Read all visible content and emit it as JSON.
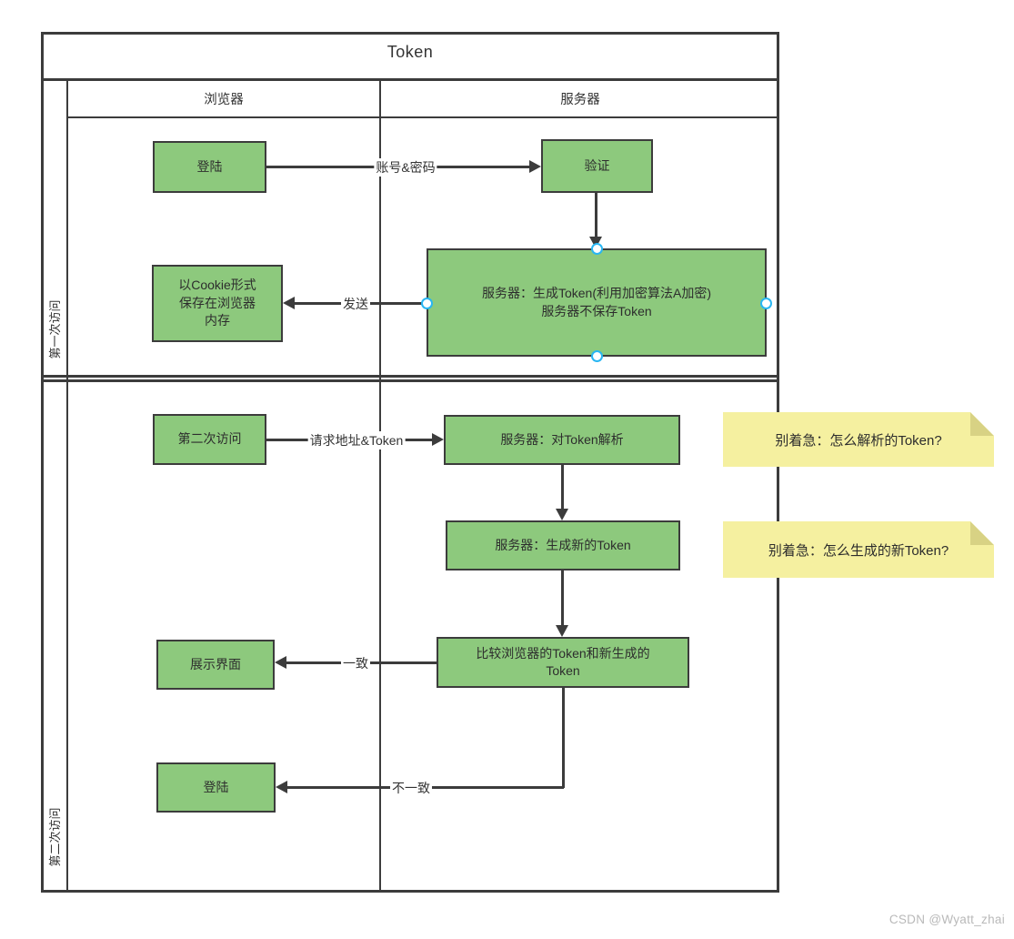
{
  "pool": {
    "title": "Token",
    "columns": [
      {
        "label": "浏览器"
      },
      {
        "label": "服务器"
      }
    ],
    "lanes": [
      {
        "label": "第一次访问"
      },
      {
        "label": "第二次访问"
      }
    ]
  },
  "nodes": {
    "login1": {
      "text": "登陆"
    },
    "verify": {
      "text": "验证"
    },
    "cookie": {
      "text": "以Cookie形式\n保存在浏览器\n内存"
    },
    "token_gen": {
      "text": "服务器：生成Token(利用加密算法A加密)\n服务器不保存Token"
    },
    "second_visit": {
      "text": "第二次访问"
    },
    "parse": {
      "text": "服务器：对Token解析"
    },
    "new_token": {
      "text": "服务器：生成新的Token"
    },
    "compare": {
      "text": "比较浏览器的Token和新生成的\nToken"
    },
    "display": {
      "text": "展示界面"
    },
    "login2": {
      "text": "登陆"
    }
  },
  "edges": {
    "account_password": {
      "label": "账号&密码"
    },
    "send": {
      "label": "发送"
    },
    "request_token": {
      "label": "请求地址&Token"
    },
    "match": {
      "label": "一致"
    },
    "mismatch": {
      "label": "不一致"
    }
  },
  "notes": [
    {
      "text": "别着急：怎么解析的Token?"
    },
    {
      "text": "别着急：怎么生成的新Token?"
    }
  ],
  "watermark": "CSDN @Wyatt_zhai",
  "colors": {
    "node_fill": "#8dc97d",
    "stroke": "#3c3c3c",
    "note_fill": "#f5f0a0",
    "note_fold": "#d8d284",
    "selection_handle": "#29b6f2"
  }
}
